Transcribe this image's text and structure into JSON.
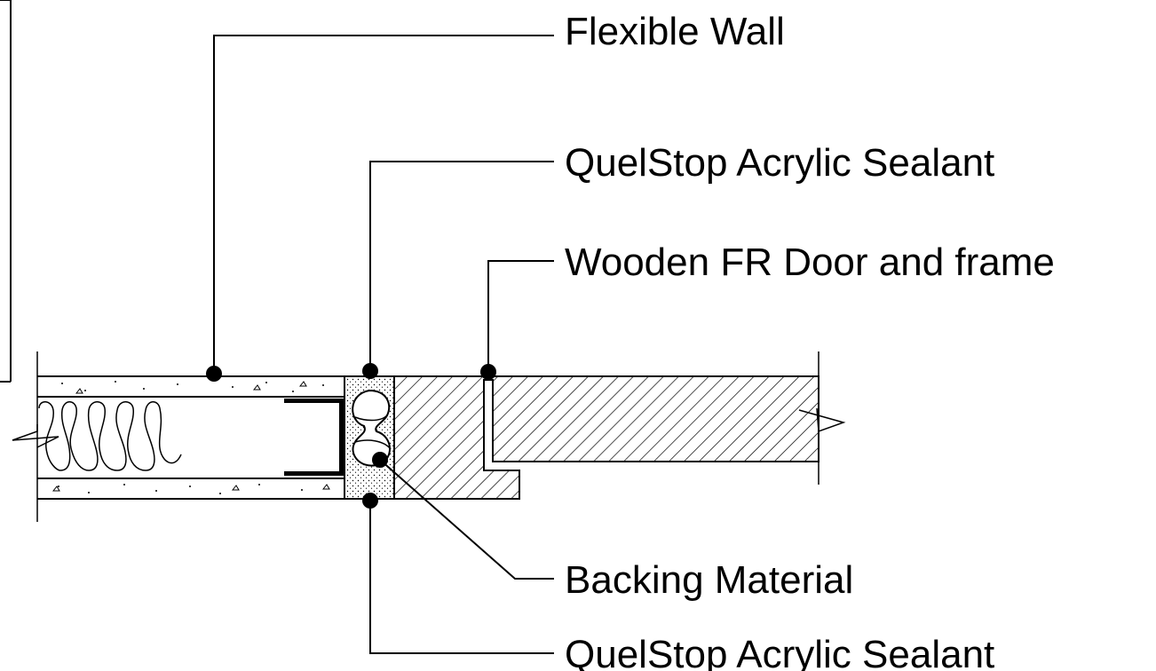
{
  "diagram": {
    "labels": {
      "flexible_wall": "Flexible Wall",
      "sealant_top": "QuelStop Acrylic Sealant",
      "door_frame": "Wooden FR Door and frame",
      "backing_material": "Backing Material",
      "sealant_bottom": "QuelStop Acrylic Sealant"
    },
    "colors": {
      "line": "#000000",
      "background": "#ffffff"
    }
  }
}
